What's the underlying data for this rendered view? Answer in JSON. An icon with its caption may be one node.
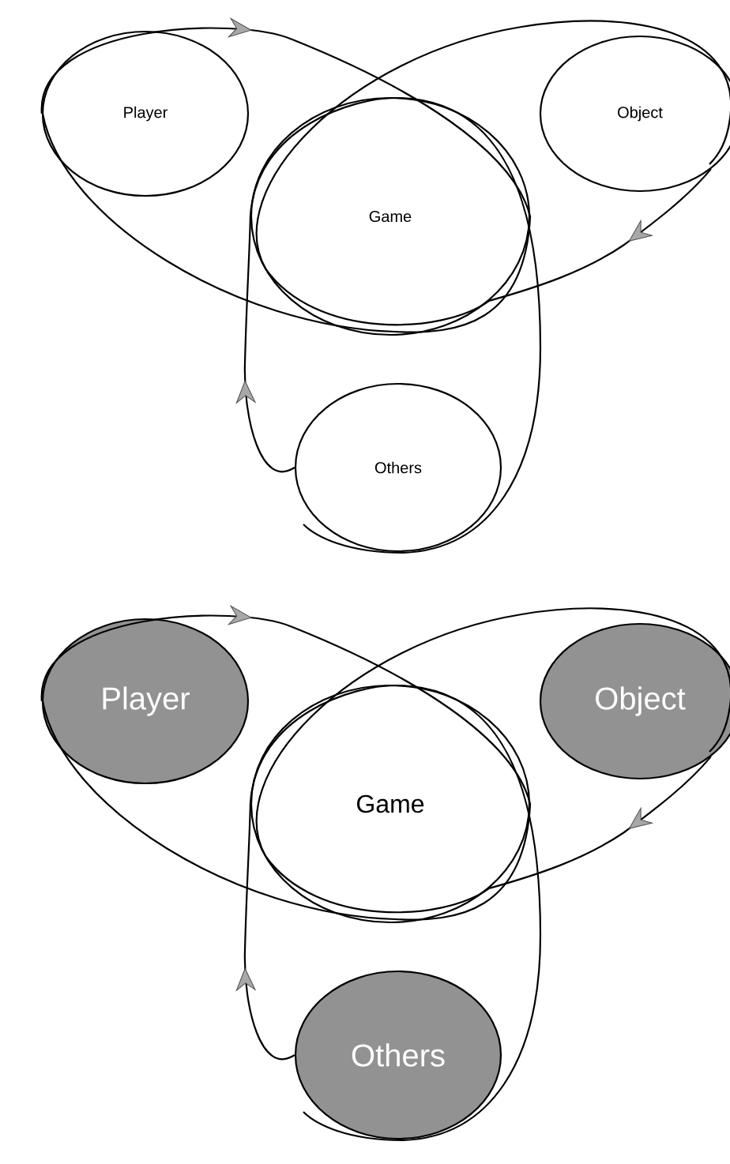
{
  "diagram": {
    "nodes": [
      {
        "text": [
          "Player"
        ]
      },
      {
        "text": [
          "Object"
        ]
      },
      {
        "text": [
          "Game"
        ]
      },
      {
        "text": [
          "Others"
        ]
      },
      {
        "text": [
          "Player"
        ]
      },
      {
        "text": [
          "Object"
        ]
      },
      {
        "text": [
          "Game"
        ]
      },
      {
        "text": [
          "Others"
        ]
      }
    ],
    "edges": [
      {
        "from": 0,
        "to": 2,
        "arrow": "to"
      },
      {
        "from": 1,
        "to": 2,
        "arrow": "to"
      },
      {
        "from": 3,
        "to": 2,
        "arrow": "to"
      },
      {
        "from": 4,
        "to": 6,
        "arrow": "to"
      },
      {
        "from": 5,
        "to": 6,
        "arrow": "to"
      },
      {
        "from": 7,
        "to": 6,
        "arrow": "to"
      }
    ]
  }
}
